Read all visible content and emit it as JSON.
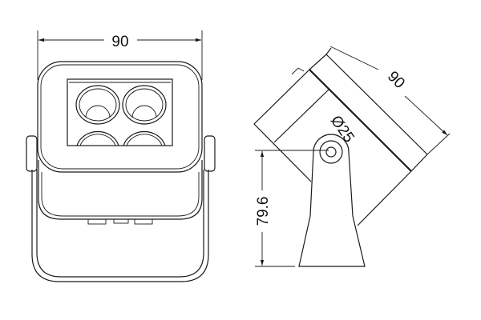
{
  "front_view": {
    "width_label": "90"
  },
  "side_view": {
    "housing_length_label": "90",
    "pivot_diameter_label": "Ø25",
    "pivot_height_label": "79.6"
  }
}
